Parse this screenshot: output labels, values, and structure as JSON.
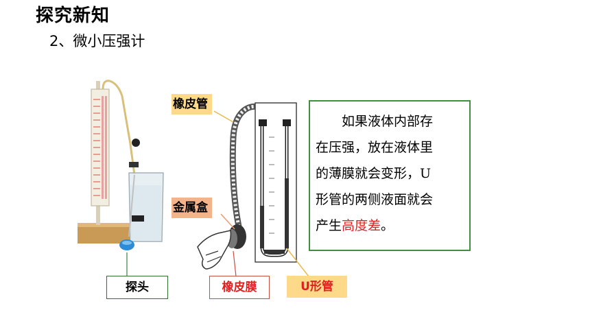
{
  "header": {
    "title": "探究新知",
    "subtitle": "2、微小压强计"
  },
  "labels": {
    "rubber_tube": "橡皮管",
    "metal_box": "金属盒",
    "probe": "探头",
    "rubber_membrane": "橡皮膜",
    "u_tube": "U形管"
  },
  "description": {
    "line1": "如果液体内部存",
    "line2": "在压强，放在液体里",
    "line3": "的薄膜就会变形，U",
    "line4": "形管的两侧液面就会",
    "line5_prefix": "产生",
    "line5_highlight": "高度差",
    "line5_suffix": "。"
  },
  "colors": {
    "box_border": "#3f8f3f",
    "highlight_text": "#e02020",
    "label_yellow": "#ffd98a",
    "label_orange": "#f3b38b"
  }
}
